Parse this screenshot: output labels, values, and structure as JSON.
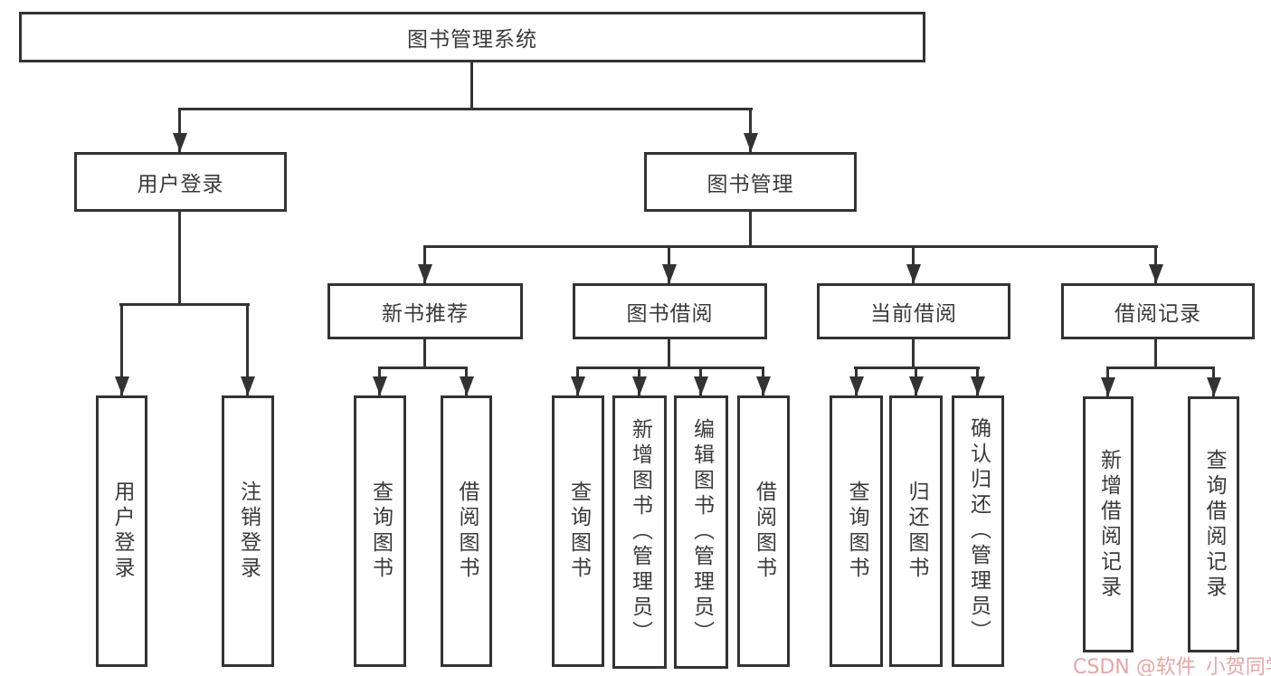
{
  "diagram": {
    "root": {
      "label": "图书管理系统"
    },
    "level2": [
      {
        "label": "用户登录"
      },
      {
        "label": "图书管理"
      }
    ],
    "level3": [
      {
        "label": "新书推荐",
        "parent": "图书管理"
      },
      {
        "label": "图书借阅",
        "parent": "图书管理"
      },
      {
        "label": "当前借阅",
        "parent": "图书管理"
      },
      {
        "label": "借阅记录",
        "parent": "图书管理"
      }
    ],
    "level4": [
      {
        "label": "用户登录",
        "parent": "用户登录"
      },
      {
        "label": "注销登录",
        "parent": "用户登录"
      },
      {
        "label": "查询图书",
        "parent": "新书推荐"
      },
      {
        "label": "借阅图书",
        "parent": "新书推荐"
      },
      {
        "label": "查询图书",
        "parent": "图书借阅"
      },
      {
        "label": "新增图书（管理员）",
        "parent": "图书借阅"
      },
      {
        "label": "编辑图书（管理员）",
        "parent": "图书借阅"
      },
      {
        "label": "借阅图书",
        "parent": "图书借阅"
      },
      {
        "label": "查询图书",
        "parent": "当前借阅"
      },
      {
        "label": "归还图书",
        "parent": "当前借阅"
      },
      {
        "label": "确认归还（管理员）",
        "parent": "当前借阅"
      },
      {
        "label": "新增借阅记录",
        "parent": "借阅记录"
      },
      {
        "label": "查询借阅记录",
        "parent": "借阅记录"
      }
    ],
    "watermark": {
      "label": "CSDN @软件_小贺同学",
      "color": "#e39f9f"
    },
    "colors": {
      "line": "#333333",
      "box_border": "#333333",
      "box_bg": "#ffffff",
      "text": "#3a3a3a",
      "page_bg": "#ffffff"
    }
  }
}
